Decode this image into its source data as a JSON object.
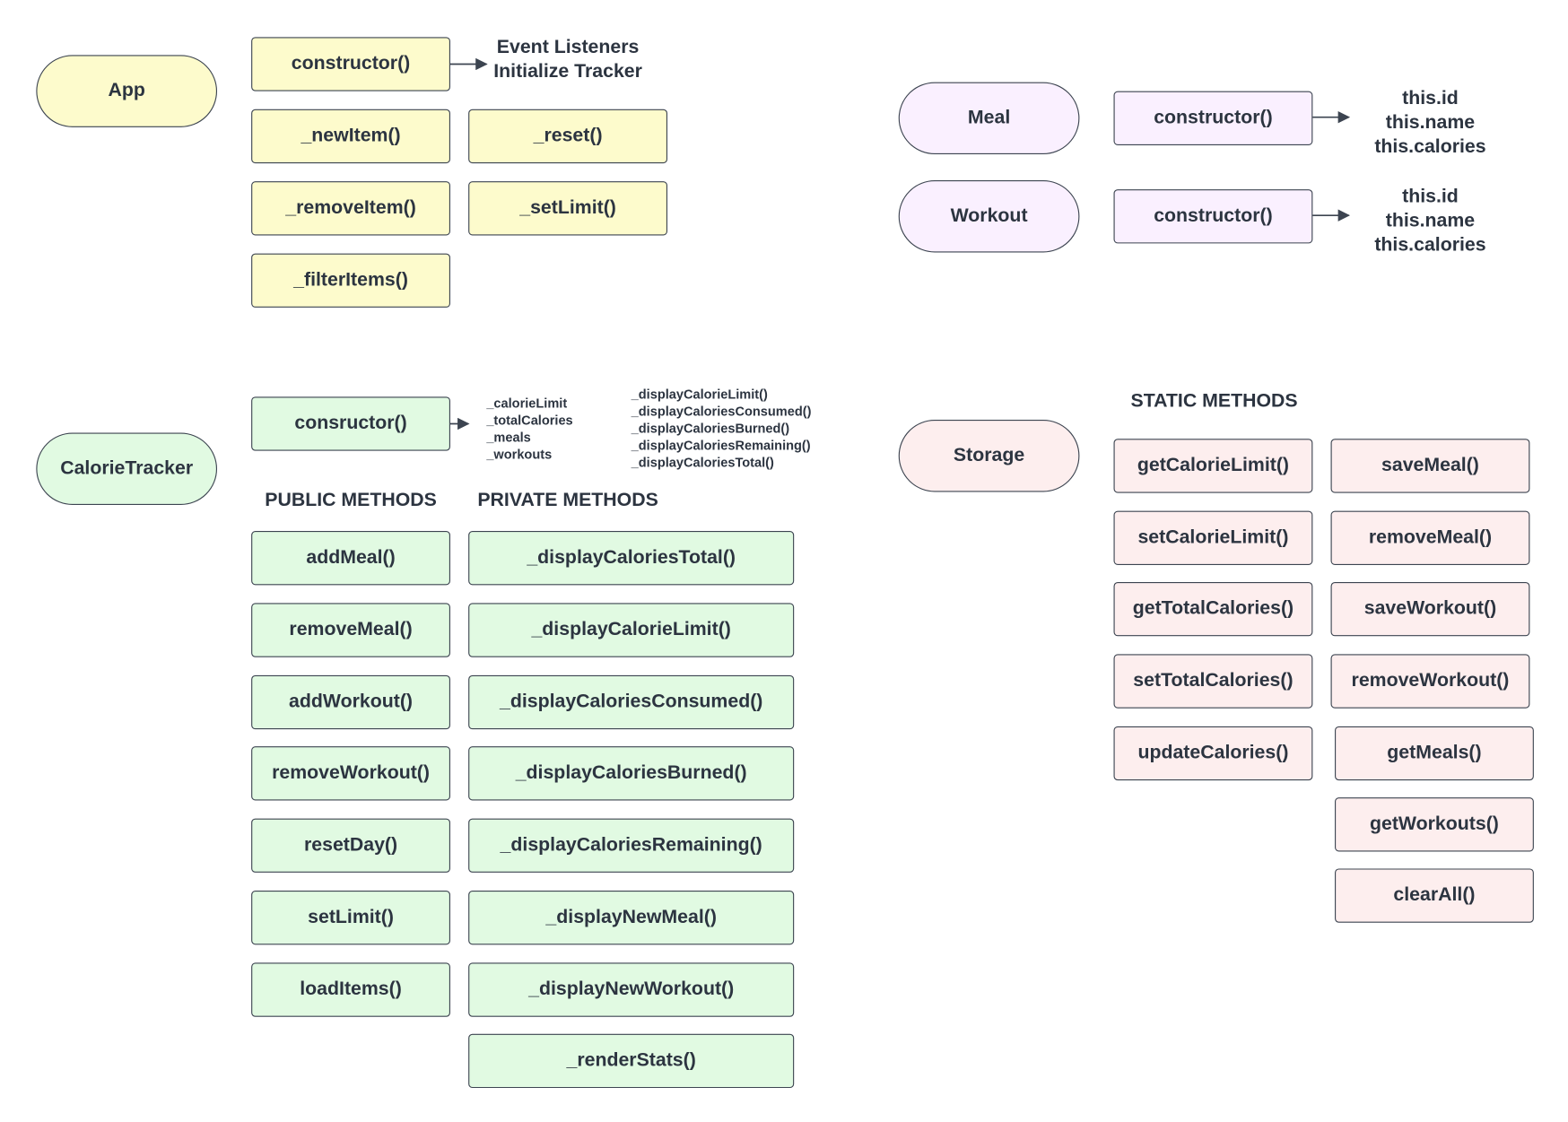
{
  "colors": {
    "app": "#fdfbcc",
    "calorie_tracker": "#e1fae2",
    "meal_workout": "#faf0ff",
    "storage": "#fdeeee",
    "border": "#3c4450",
    "text": "#2c3440"
  },
  "app": {
    "title": "App",
    "constructor": "constructor()",
    "constructor_note": [
      "Event Listeners",
      "Initialize Tracker"
    ],
    "methods": [
      "_newItem()",
      "_removeItem()",
      "_filterItems()"
    ],
    "methods_right": [
      "_reset()",
      "_setLimit()"
    ]
  },
  "meal": {
    "title": "Meal",
    "constructor": "constructor()",
    "properties": [
      "this.id",
      "this.name",
      "this.calories"
    ]
  },
  "workout": {
    "title": "Workout",
    "constructor": "constructor()",
    "properties": [
      "this.id",
      "this.name",
      "this.calories"
    ]
  },
  "calorie_tracker": {
    "title": "CalorieTracker",
    "constructor": "consructor()",
    "properties": [
      "_calorieLimit",
      "_totalCalories",
      "_meals",
      "_workouts"
    ],
    "constructor_calls": [
      "_displayCalorieLimit()",
      "_displayCaloriesConsumed()",
      "_displayCaloriesBurned()",
      "_displayCaloriesRemaining()",
      "_displayCaloriesTotal()"
    ],
    "public_heading": "PUBLIC METHODS",
    "private_heading": "PRIVATE METHODS",
    "public_methods": [
      "addMeal()",
      "removeMeal()",
      "addWorkout()",
      "removeWorkout()",
      "resetDay()",
      "setLimit()",
      "loadItems()"
    ],
    "private_methods": [
      "_displayCaloriesTotal()",
      "_displayCalorieLimit()",
      "_displayCaloriesConsumed()",
      "_displayCaloriesBurned()",
      "_displayCaloriesRemaining()",
      "_displayNewMeal()",
      "_displayNewWorkout()",
      "_renderStats()"
    ]
  },
  "storage": {
    "title": "Storage",
    "heading": "STATIC METHODS",
    "methods_left": [
      "getCalorieLimit()",
      "setCalorieLimit()",
      "getTotalCalories()",
      "setTotalCalories()",
      "updateCalories()"
    ],
    "methods_right": [
      "saveMeal()",
      "removeMeal()",
      "saveWorkout()",
      "removeWorkout()",
      "getMeals()",
      "getWorkouts()",
      "clearAll()"
    ]
  }
}
